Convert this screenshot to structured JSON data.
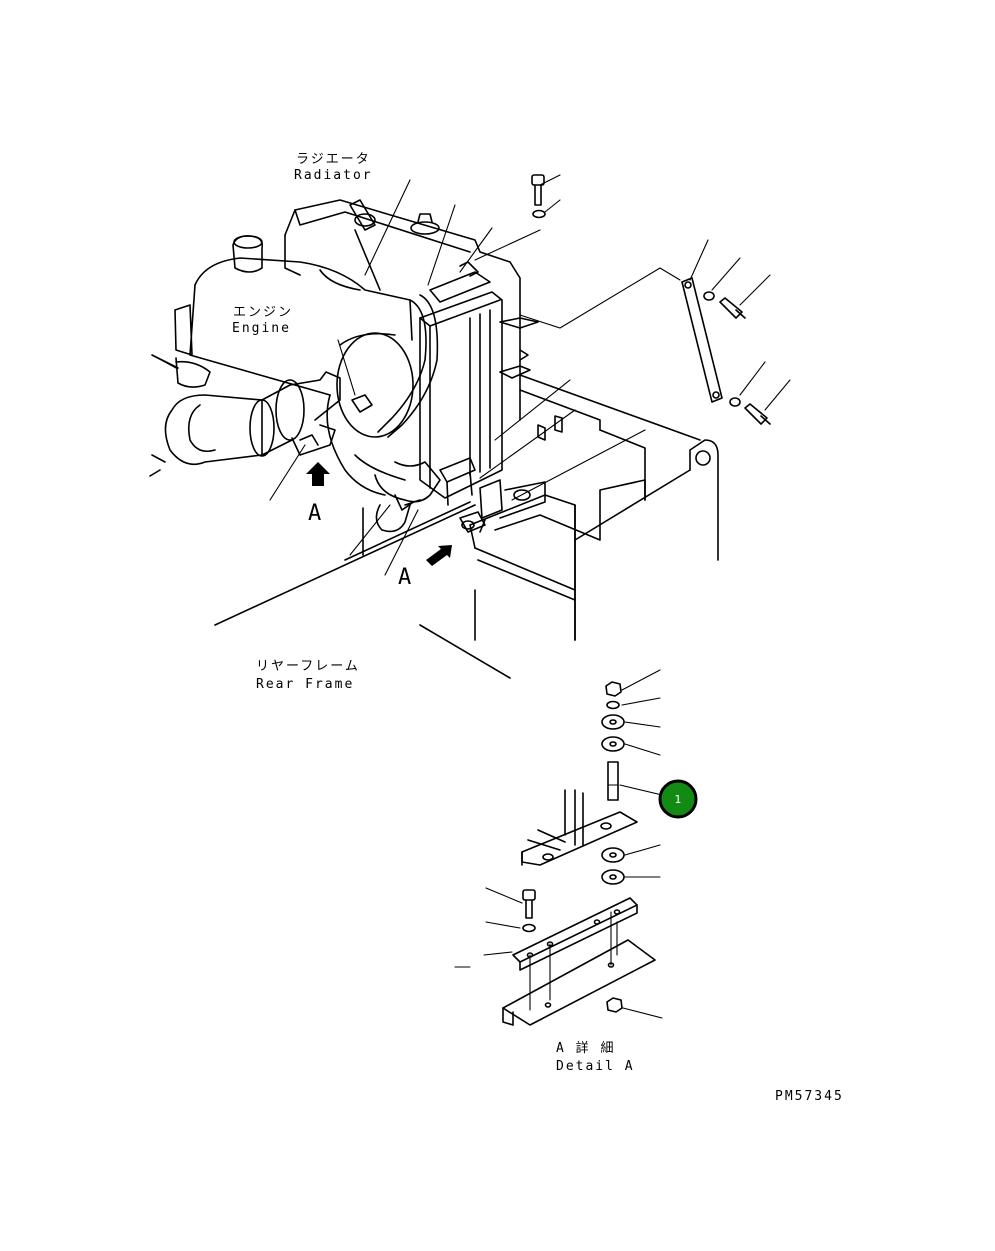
{
  "labels": {
    "radiator_jp": "ラジエータ",
    "radiator_en": "Radiator",
    "engine_jp": "エンジン",
    "engine_en": "Engine",
    "rear_frame_jp": "リヤーフレーム",
    "rear_frame_en": "Rear Frame",
    "view_a_1": "A",
    "view_a_2": "A",
    "detail_jp": "A 詳 細",
    "detail_en": "Detail A",
    "drawing_number": "PM57345"
  },
  "callouts": [
    {
      "number": "1",
      "color": "#138a13",
      "border": "#000000"
    }
  ]
}
